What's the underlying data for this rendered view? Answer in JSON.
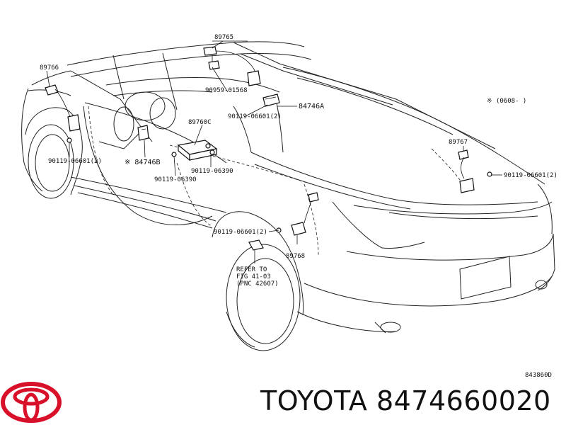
{
  "labels": {
    "p89765": "89765",
    "p89766": "89766",
    "p90959": "90959-01568",
    "p84746A": "84746A",
    "p90119_a": "90119-06601(2)",
    "p89760C": "89760C",
    "p90119_left": "90119-06601(2)",
    "p84746B": "※ 84746B",
    "p90119_06390_a": "90119-06390",
    "p90119_06390_b": "90119-06390",
    "note_symbol": "※ (0608-    )",
    "p89767": "89767",
    "p90119_right": "90119-06601(2)",
    "p90119_center": "90119-06601(2)",
    "p89768": "89768",
    "refer_1": "REFER TO",
    "refer_2": "FIG 41-03",
    "refer_3": "(PNC 42607)",
    "diagram_code": "843860D"
  },
  "brand": {
    "name": "TOYOTA",
    "part_number": "8474660020",
    "logo_color": "#d8102a"
  },
  "icons": [
    "toyota-logo-icon"
  ]
}
